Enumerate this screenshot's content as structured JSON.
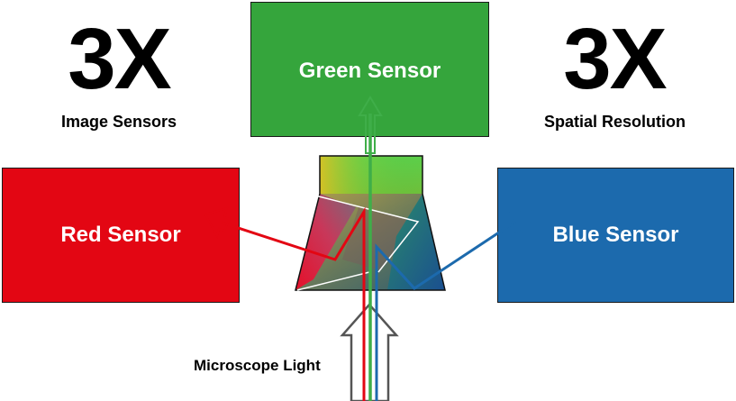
{
  "left_panel": {
    "multiplier": "3X",
    "caption": "Image Sensors"
  },
  "right_panel": {
    "multiplier": "3X",
    "caption": "Spatial Resolution"
  },
  "sensors": {
    "green": {
      "label": "Green Sensor",
      "color": "#35a53c"
    },
    "red": {
      "label": "Red Sensor",
      "color": "#e30613"
    },
    "blue": {
      "label": "Blue Sensor",
      "color": "#1c6aad"
    }
  },
  "light_source": {
    "label": "Microscope Light"
  }
}
